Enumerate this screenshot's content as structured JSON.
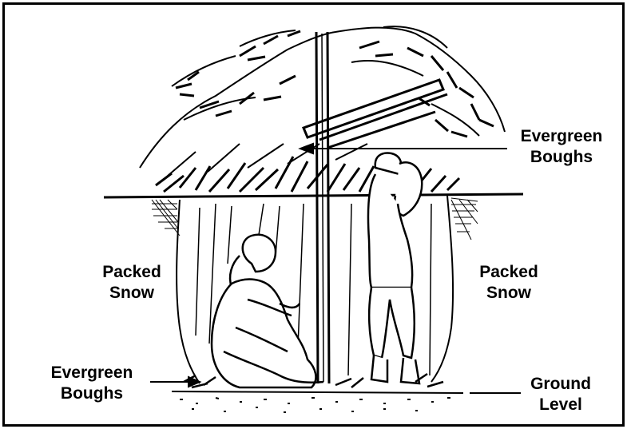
{
  "labels": {
    "evergreen_top": {
      "line1": "Evergreen",
      "line2": "Boughs"
    },
    "packed_snow_left": {
      "line1": "Packed",
      "line2": "Snow"
    },
    "packed_snow_right": {
      "line1": "Packed",
      "line2": "Snow"
    },
    "evergreen_bottom": {
      "line1": "Evergreen",
      "line2": "Boughs"
    },
    "ground_level": {
      "line1": "Ground",
      "line2": "Level"
    }
  },
  "colors": {
    "ink": "#000000",
    "paper": "#ffffff"
  }
}
